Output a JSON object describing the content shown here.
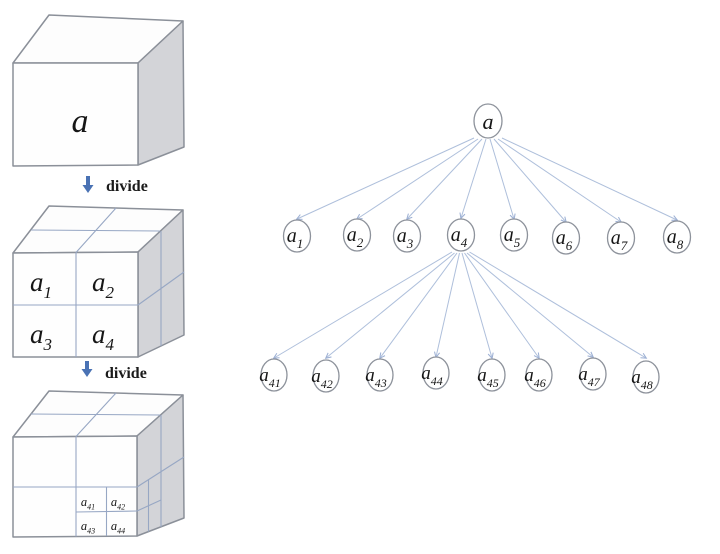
{
  "process": {
    "divide_label": "divide"
  },
  "cubes": {
    "whole": {
      "label": "a"
    },
    "divided": {
      "cells": [
        {
          "base": "a",
          "sub": "1"
        },
        {
          "base": "a",
          "sub": "2"
        },
        {
          "base": "a",
          "sub": "3"
        },
        {
          "base": "a",
          "sub": "4"
        }
      ]
    },
    "subdivided": {
      "cells": [
        {
          "base": "a",
          "sub": "41"
        },
        {
          "base": "a",
          "sub": "42"
        },
        {
          "base": "a",
          "sub": "43"
        },
        {
          "base": "a",
          "sub": "44"
        }
      ]
    }
  },
  "tree": {
    "root": {
      "base": "a",
      "sub": ""
    },
    "children": [
      {
        "base": "a",
        "sub": "1"
      },
      {
        "base": "a",
        "sub": "2"
      },
      {
        "base": "a",
        "sub": "3"
      },
      {
        "base": "a",
        "sub": "4"
      },
      {
        "base": "a",
        "sub": "5"
      },
      {
        "base": "a",
        "sub": "6"
      },
      {
        "base": "a",
        "sub": "7"
      },
      {
        "base": "a",
        "sub": "8"
      }
    ],
    "grandchildren": [
      {
        "base": "a",
        "sub": "41"
      },
      {
        "base": "a",
        "sub": "42"
      },
      {
        "base": "a",
        "sub": "43"
      },
      {
        "base": "a",
        "sub": "44"
      },
      {
        "base": "a",
        "sub": "45"
      },
      {
        "base": "a",
        "sub": "46"
      },
      {
        "base": "a",
        "sub": "47"
      },
      {
        "base": "a",
        "sub": "48"
      }
    ]
  },
  "colors": {
    "arrow_blue": "#4a72b4",
    "tree_edge_blue": "#aebfdb",
    "cube_edge_gray": "#8b9099",
    "division_line_blue": "#97a7c4",
    "side_face_gray": "#d3d4d8"
  }
}
